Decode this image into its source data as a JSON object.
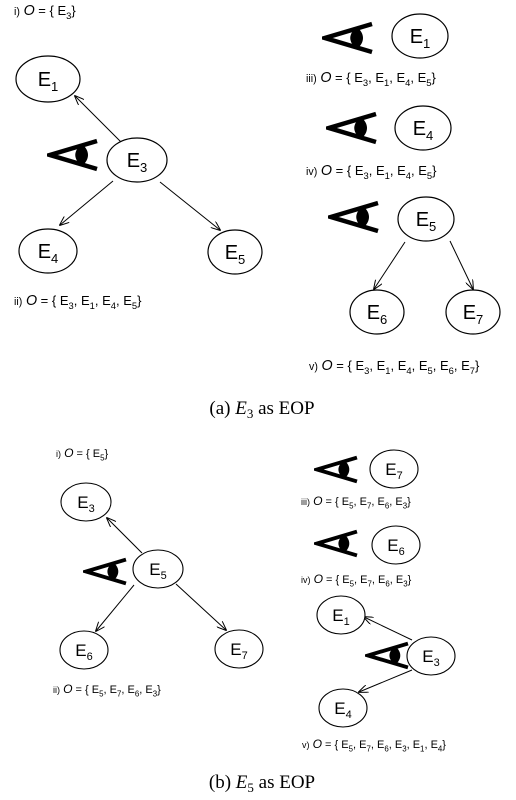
{
  "panel_a": {
    "caption": {
      "prefix": "(a)",
      "var": "E",
      "sub": "3",
      "suffix": "as EOP"
    },
    "nodes": {
      "E1": {
        "base": "E",
        "sub": "1"
      },
      "E3": {
        "base": "E",
        "sub": "3"
      },
      "E4": {
        "base": "E",
        "sub": "4"
      },
      "E5": {
        "base": "E",
        "sub": "5"
      },
      "E6": {
        "base": "E",
        "sub": "6"
      },
      "E7": {
        "base": "E",
        "sub": "7"
      },
      "E1b": {
        "base": "E",
        "sub": "1"
      },
      "E4b": {
        "base": "E",
        "sub": "4"
      },
      "E5b": {
        "base": "E",
        "sub": "5"
      }
    },
    "steps": {
      "i": {
        "num": "i)",
        "set": [
          [
            "E",
            "3"
          ]
        ]
      },
      "ii": {
        "num": "ii)",
        "set": [
          [
            "E",
            "3"
          ],
          [
            "E",
            "1"
          ],
          [
            "E",
            "4"
          ],
          [
            "E",
            "5"
          ]
        ]
      },
      "iii": {
        "num": "iii)",
        "set": [
          [
            "E",
            "3"
          ],
          [
            "E",
            "1"
          ],
          [
            "E",
            "4"
          ],
          [
            "E",
            "5"
          ]
        ]
      },
      "iv": {
        "num": "iv)",
        "set": [
          [
            "E",
            "3"
          ],
          [
            "E",
            "1"
          ],
          [
            "E",
            "4"
          ],
          [
            "E",
            "5"
          ]
        ]
      },
      "v": {
        "num": "v)",
        "set": [
          [
            "E",
            "3"
          ],
          [
            "E",
            "1"
          ],
          [
            "E",
            "4"
          ],
          [
            "E",
            "5"
          ],
          [
            "E",
            "6"
          ],
          [
            "E",
            "7"
          ]
        ]
      }
    }
  },
  "panel_b": {
    "caption": {
      "prefix": "(b)",
      "var": "E",
      "sub": "5",
      "suffix": "as EOP"
    },
    "nodes": {
      "E3": {
        "base": "E",
        "sub": "3"
      },
      "E5": {
        "base": "E",
        "sub": "5"
      },
      "E6": {
        "base": "E",
        "sub": "6"
      },
      "E7": {
        "base": "E",
        "sub": "7"
      },
      "E7b": {
        "base": "E",
        "sub": "7"
      },
      "E6b": {
        "base": "E",
        "sub": "6"
      },
      "E1": {
        "base": "E",
        "sub": "1"
      },
      "E3b": {
        "base": "E",
        "sub": "3"
      },
      "E4": {
        "base": "E",
        "sub": "4"
      }
    },
    "steps": {
      "i": {
        "num": "i)",
        "set": [
          [
            "E",
            "5"
          ]
        ]
      },
      "ii": {
        "num": "ii)",
        "set": [
          [
            "E",
            "5"
          ],
          [
            "E",
            "7"
          ],
          [
            "E",
            "6"
          ],
          [
            "E",
            "3"
          ]
        ]
      },
      "iii": {
        "num": "iii)",
        "set": [
          [
            "E",
            "5"
          ],
          [
            "E",
            "7"
          ],
          [
            "E",
            "6"
          ],
          [
            "E",
            "3"
          ]
        ]
      },
      "iv": {
        "num": "iv)",
        "set": [
          [
            "E",
            "5"
          ],
          [
            "E",
            "7"
          ],
          [
            "E",
            "6"
          ],
          [
            "E",
            "3"
          ]
        ]
      },
      "v": {
        "num": "v)",
        "set": [
          [
            "E",
            "5"
          ],
          [
            "E",
            "7"
          ],
          [
            "E",
            "6"
          ],
          [
            "E",
            "3"
          ],
          [
            "E",
            "1"
          ],
          [
            "E",
            "4"
          ]
        ]
      }
    }
  },
  "set_symbols": {
    "var": "O",
    "eq": "=",
    "open": "{",
    "close": "}",
    "sep": ","
  }
}
